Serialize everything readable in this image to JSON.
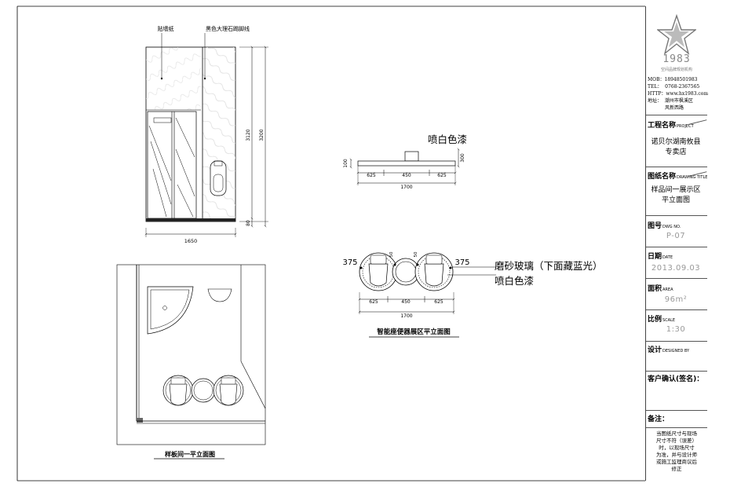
{
  "elevation": {
    "callout_wallpaper": "贴墙纸",
    "callout_skirting": "黑色大理石踢脚线",
    "dim_3120": "3120",
    "dim_3200": "3200",
    "dim_80": "80",
    "dim_1650": "1650"
  },
  "toilet_elevation": {
    "label": "喷白色漆",
    "dim_100": "100",
    "dim_300": "300",
    "dim_625a": "625",
    "dim_450": "450",
    "dim_625b": "625",
    "dim_1700": "1700"
  },
  "toilet_plan": {
    "dim_375_left": "375",
    "dim_375_right": "375",
    "dim_50_left": "50",
    "dim_50_right": "50",
    "label_glass": "磨砂玻璃（下面藏蓝光）",
    "label_paint": "喷白色漆",
    "dim_625a": "625",
    "dim_450": "450",
    "dim_625b": "625",
    "dim_1700": "1700",
    "title": "智能座便器展区平立面图"
  },
  "room_plan": {
    "title": "样板间一平立面图"
  },
  "title_block": {
    "logo_number": "1983",
    "logo_tagline": "空间品牌规划机构",
    "contact": {
      "mob": "MOB：18948501983",
      "tel": "TEL：  0768-2367565",
      "http": "HTTP：www.hx1983.com",
      "addr1": "地址：  潮州市枫溪区",
      "addr2": "风新西路"
    },
    "project_label": "工程名称",
    "project_sub": "PROJECT",
    "project_value_1": "诺贝尔湖南攸县",
    "project_value_2": "专卖店",
    "drawing_label": "图纸名称",
    "drawing_sub": "DRAWING TITLE",
    "drawing_value_1": "样品间一展示区",
    "drawing_value_2": "平立面图",
    "number_label": "图号",
    "number_sub": "DWG NO.",
    "number_value": "P-07",
    "date_label": "日期",
    "date_sub": "DATE",
    "date_value": "2013.09.03",
    "area_label": "面积",
    "area_sub": "AREA",
    "area_value": "96m²",
    "scale_label": "比例",
    "scale_sub": "SCALE",
    "scale_value": "1:30",
    "designer_label": "设计",
    "designer_sub": "DESIGNED BY",
    "client_label": "客户确认(签名)：",
    "notes_label": "备注：",
    "notes_lines": [
      "当图纸尺寸与现场",
      "尺寸不符（误差）",
      "时，以现场尺寸",
      "为准，并与设计师",
      "或施工监理商议后",
      "修正"
    ]
  }
}
